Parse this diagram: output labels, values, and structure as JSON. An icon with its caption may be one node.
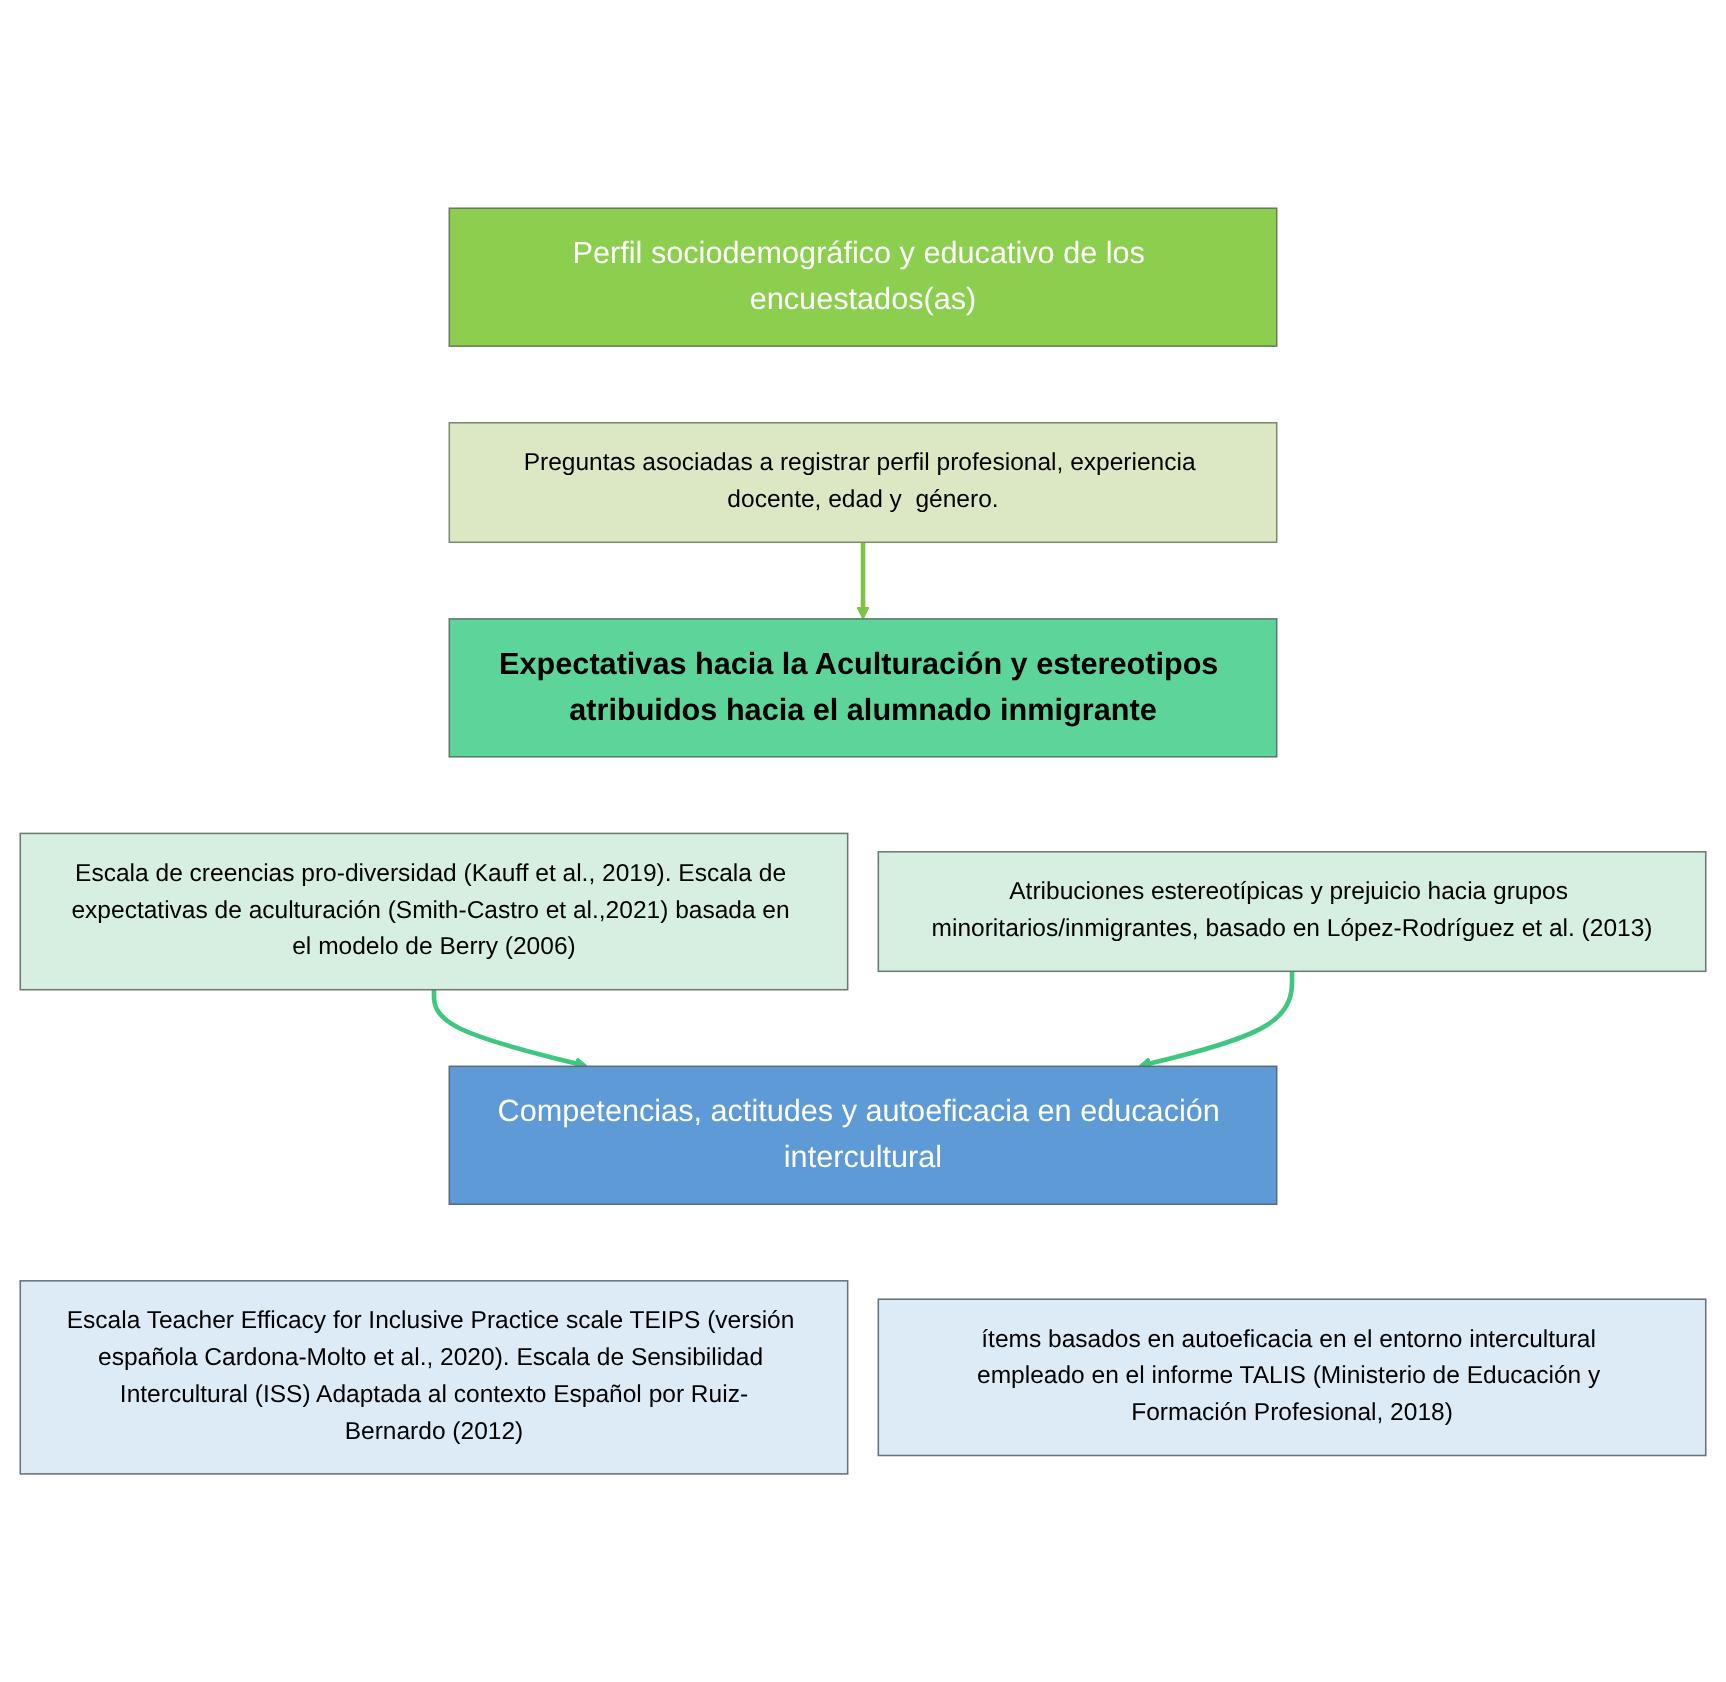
{
  "diagram": {
    "nodes": [
      {
        "text": [
          "Perfil sociodemográfico y educativo de los encuestados(as)"
        ]
      },
      {
        "text": [
          "Preguntas asociadas a registrar perfil profesional, experiencia docente, edad y  género."
        ]
      },
      {
        "text": [
          "Expectativas hacia la Aculturación y estereotipos atribuidos hacia el alumnado inmigrante"
        ]
      },
      {
        "text": [
          "Escala de creencias pro-diversidad (Kauff et al., 2019). Escala de expectativas de aculturación (Smith-Castro et al.,2021) basada en el modelo de Berry (2006)"
        ]
      },
      {
        "text": [
          "Atribuciones estereotípicas y prejuicio hacia grupos minoritarios/inmigrantes, basado en López-Rodríguez et al. (2013)"
        ]
      },
      {
        "text": [
          "Competencias, actitudes y autoeficacia en educación intercultural"
        ]
      },
      {
        "text": [
          "Escala Teacher Efficacy for Inclusive Practice scale TEIPS (versión española Cardona-Molto et al., 2020). Escala de Sensibilidad Intercultural (ISS) Adaptada al contexto Español por Ruiz-Bernardo (2012)"
        ]
      },
      {
        "text": [
          "ítems basados en autoeficacia en el entorno intercultural empleado en el informe TALIS (Ministerio de Educación y Formación Profesional, 2018)"
        ]
      }
    ],
    "edges": [
      {
        "from": 1,
        "to": 2,
        "arrow": "to",
        "color": "#7cc443"
      },
      {
        "from": 3,
        "to": 5,
        "arrow": "to",
        "color": "#3fc77f"
      },
      {
        "from": 4,
        "to": 5,
        "arrow": "to",
        "color": "#3fc77f"
      }
    ]
  }
}
